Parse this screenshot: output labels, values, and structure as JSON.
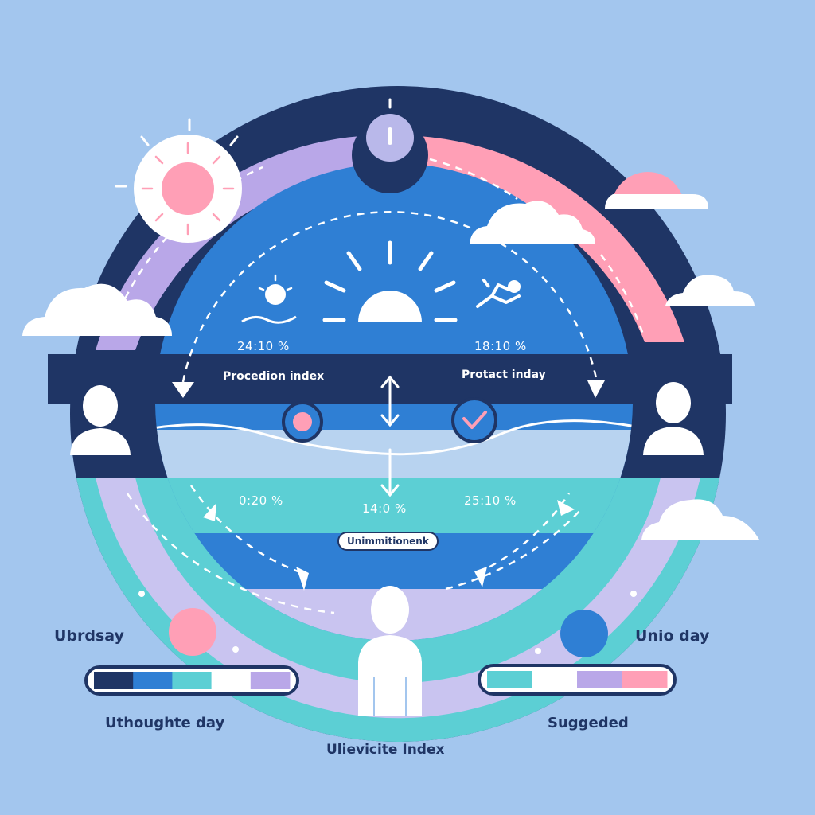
{
  "labels": {
    "top_left_pct": "24:10 %",
    "top_right_pct": "18:10 %",
    "band_left": "Procedion index",
    "band_right": "Protact inday",
    "bottom_left_pct": "0:20 %",
    "bottom_center_pct": "14:0 %",
    "bottom_right_pct": "25:10 %",
    "pill": "Unimmitionenk",
    "side_left": "Ubrdsay",
    "side_right": "Unio day",
    "bottom_left_caption": "Uthoughte day",
    "bottom_right_caption": "Suggeded",
    "bottom_center_caption": "Ulievicite Index"
  },
  "scales": {
    "left": [
      "#1f3565",
      "#2f7fd4",
      "#5ccfd4",
      "#ffffff",
      "#b9a7e8"
    ],
    "right": [
      "#5ccfd4",
      "#ffffff",
      "#b9a7e8",
      "#ff9fb6"
    ]
  },
  "colors": {
    "background": "#a3c6ee",
    "navy": "#1f3565",
    "blue": "#2f7fd4",
    "teal": "#5ccfd4",
    "lavender": "#b9a7e8",
    "pink": "#ff9fb6",
    "white": "#ffffff"
  },
  "icons": [
    "sun-icon",
    "cloud-icon",
    "person-icon",
    "swimmer-icon",
    "beach-sun-icon",
    "rising-sun-icon",
    "check-icon",
    "vertical-arrow-icon"
  ]
}
